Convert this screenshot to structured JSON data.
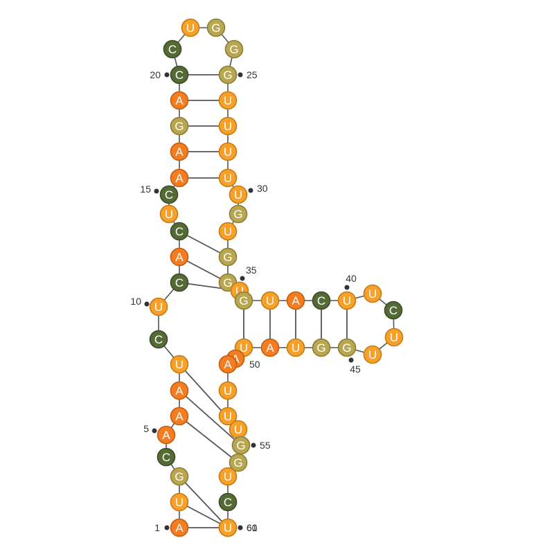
{
  "colors": {
    "A": {
      "fill": "#f27d22",
      "stroke": "#c65b0a"
    },
    "U": {
      "fill": "#f7a12a",
      "stroke": "#c77a10"
    },
    "G": {
      "fill": "#b8a650",
      "stroke": "#8c7d34"
    },
    "C": {
      "fill": "#556b36",
      "stroke": "#3b4a24"
    },
    "bond": "#555555",
    "marker": "#333333"
  },
  "sequence": [
    "A",
    "U",
    "G",
    "C",
    "A",
    "A",
    "A",
    "U",
    "C",
    "U",
    "C",
    "A",
    "C",
    "U",
    "C",
    "A",
    "A",
    "G",
    "A",
    "C",
    "C",
    "U",
    "G",
    "G",
    "G",
    "U",
    "U",
    "U",
    "U",
    "U",
    "G",
    "U",
    "G",
    "G",
    "U",
    "G",
    "U",
    "A",
    "C",
    "U",
    "U",
    "C",
    "U",
    "U",
    "G",
    "G",
    "U",
    "A",
    "U",
    "A",
    "A",
    "U",
    "U",
    "U",
    "G",
    "G",
    "U",
    "C",
    "G",
    "U"
  ],
  "pairs": [
    [
      1,
      61
    ],
    [
      2,
      60
    ],
    [
      3,
      59
    ],
    [
      6,
      56
    ],
    [
      7,
      55
    ],
    [
      8,
      54
    ],
    [
      11,
      35
    ],
    [
      12,
      34
    ],
    [
      13,
      33
    ],
    [
      16,
      29
    ],
    [
      17,
      28
    ],
    [
      18,
      27
    ],
    [
      19,
      26
    ],
    [
      20,
      25
    ],
    [
      36,
      49
    ],
    [
      37,
      48
    ],
    [
      38,
      47
    ],
    [
      39,
      46
    ],
    [
      40,
      45
    ]
  ],
  "labels": [
    {
      "nt": 1,
      "text": "1"
    },
    {
      "nt": 5,
      "text": "5"
    },
    {
      "nt": 10,
      "text": "10"
    },
    {
      "nt": 15,
      "text": "15"
    },
    {
      "nt": 20,
      "text": "20"
    },
    {
      "nt": 25,
      "text": "25"
    },
    {
      "nt": 30,
      "text": "30"
    },
    {
      "nt": 35,
      "text": "35"
    },
    {
      "nt": 40,
      "text": "40"
    },
    {
      "nt": 45,
      "text": "45"
    },
    {
      "nt": 50,
      "text": "50"
    },
    {
      "nt": 55,
      "text": "55"
    },
    {
      "nt": 60,
      "text": "60"
    },
    {
      "nt": 61,
      "text": "61"
    }
  ]
}
